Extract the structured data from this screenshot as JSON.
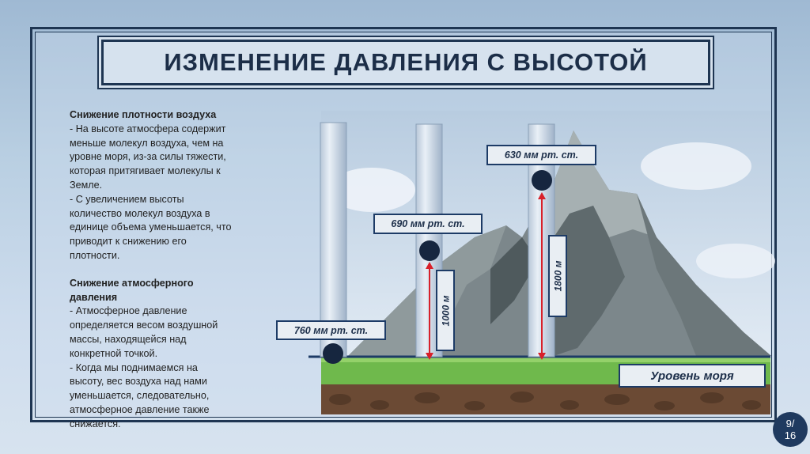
{
  "title": "ИЗМЕНЕНИЕ ДАВЛЕНИЯ С ВЫСОТОЙ",
  "sections": [
    {
      "heading": "Снижение плотности воздуха",
      "lines": [
        "- На высоте атмосфера содержит",
        "меньше молекул воздуха, чем на",
        "уровне моря, из-за силы тяжести,",
        "которая притягивает молекулы к",
        "Земле.",
        "- С увеличением высоты",
        "количество молекул воздуха в",
        "единице объема уменьшается, что",
        "приводит к снижению его",
        "плотности."
      ]
    },
    {
      "heading_lines": [
        "Снижение атмосферного",
        "давления"
      ],
      "lines": [
        "- Атмосферное давление",
        "определяется весом воздушной",
        "массы, находящейся над",
        "конкретной точкой.",
        "- Когда мы поднимаемся на",
        "высоту, вес воздуха над нами",
        "уменьшается, следовательно,",
        "атмосферное давление также",
        "снижается."
      ]
    }
  ],
  "diagram": {
    "pressure_labels": [
      "760 мм рт. ст.",
      "690 мм рт. ст.",
      "630 мм рт. ст."
    ],
    "height_labels": [
      "1000 м",
      "1800 м"
    ],
    "sea_level_label": "Уровень моря"
  },
  "colors": {
    "frame": "#1e3552",
    "title_text": "#1c2e48",
    "arrow": "#d8202a",
    "mercury_ball": "#16263f",
    "grass": "#6cb84a",
    "soil": "#6b4a34",
    "mountain": "#7f8b8d"
  },
  "page_number": "9/\n16"
}
